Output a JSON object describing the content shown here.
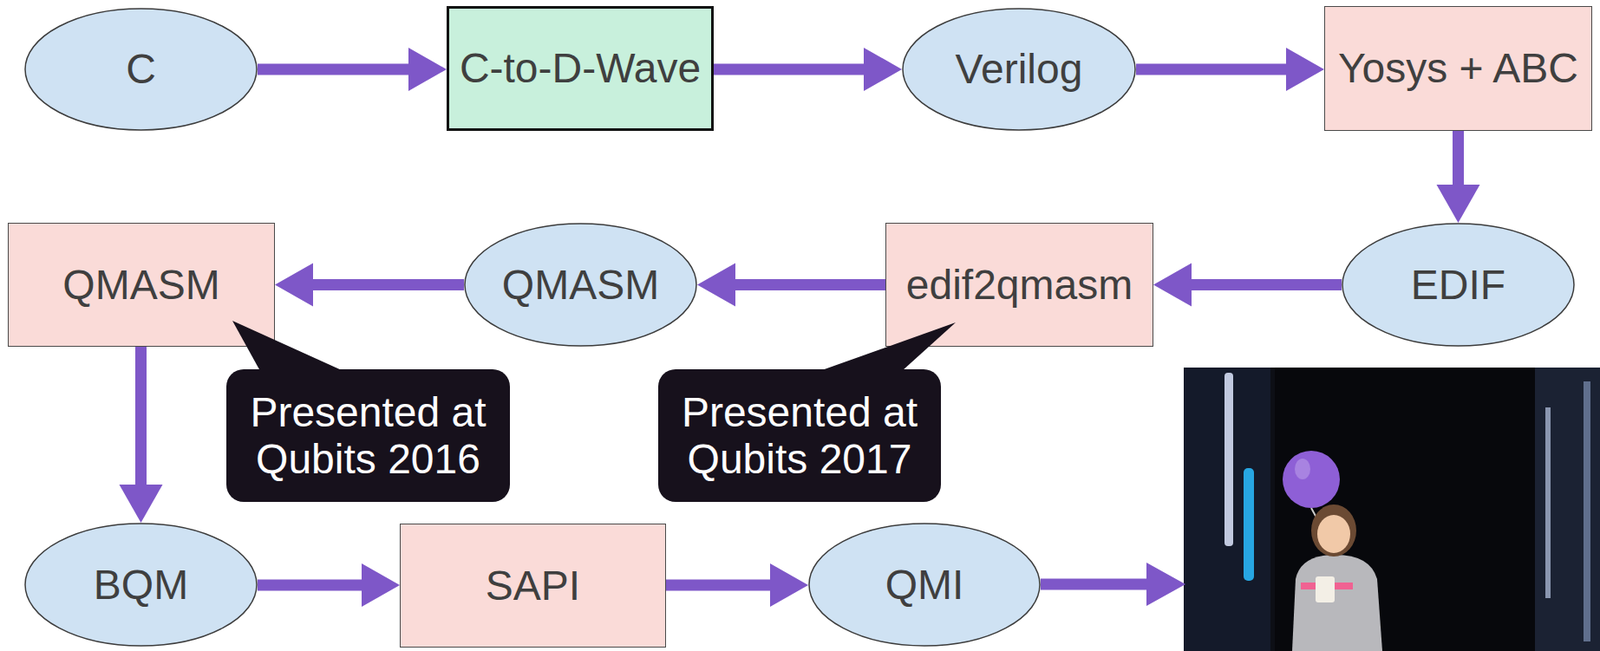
{
  "diagram": {
    "nodes": [
      {
        "text": [
          "C"
        ]
      },
      {
        "text": [
          "C-to-D-Wave"
        ]
      },
      {
        "text": [
          "Verilog"
        ]
      },
      {
        "text": [
          "Yosys + ABC"
        ]
      },
      {
        "text": [
          "QMASM"
        ]
      },
      {
        "text": [
          "QMASM"
        ]
      },
      {
        "text": [
          "edif2qmasm"
        ]
      },
      {
        "text": [
          "EDIF"
        ]
      },
      {
        "text": [
          "Presented at Qubits 2016"
        ]
      },
      {
        "text": [
          "Presented at Qubits 2017"
        ]
      },
      {
        "text": [
          "BQM"
        ]
      },
      {
        "text": [
          "SAPI"
        ]
      },
      {
        "text": [
          "QMI"
        ]
      }
    ],
    "edges": [
      {
        "from": 0,
        "to": 1,
        "arrow": "to"
      },
      {
        "from": 1,
        "to": 2,
        "arrow": "to"
      },
      {
        "from": 2,
        "to": 3,
        "arrow": "to"
      },
      {
        "from": 3,
        "to": 7,
        "arrow": "to"
      },
      {
        "from": 7,
        "to": 6,
        "arrow": "to"
      },
      {
        "from": 6,
        "to": 5,
        "arrow": "to"
      },
      {
        "from": 5,
        "to": 4,
        "arrow": "to"
      },
      {
        "from": 4,
        "to": 10,
        "arrow": "to"
      },
      {
        "from": 10,
        "to": 11,
        "arrow": "to"
      },
      {
        "from": 11,
        "to": 12,
        "arrow": "to"
      }
    ]
  }
}
